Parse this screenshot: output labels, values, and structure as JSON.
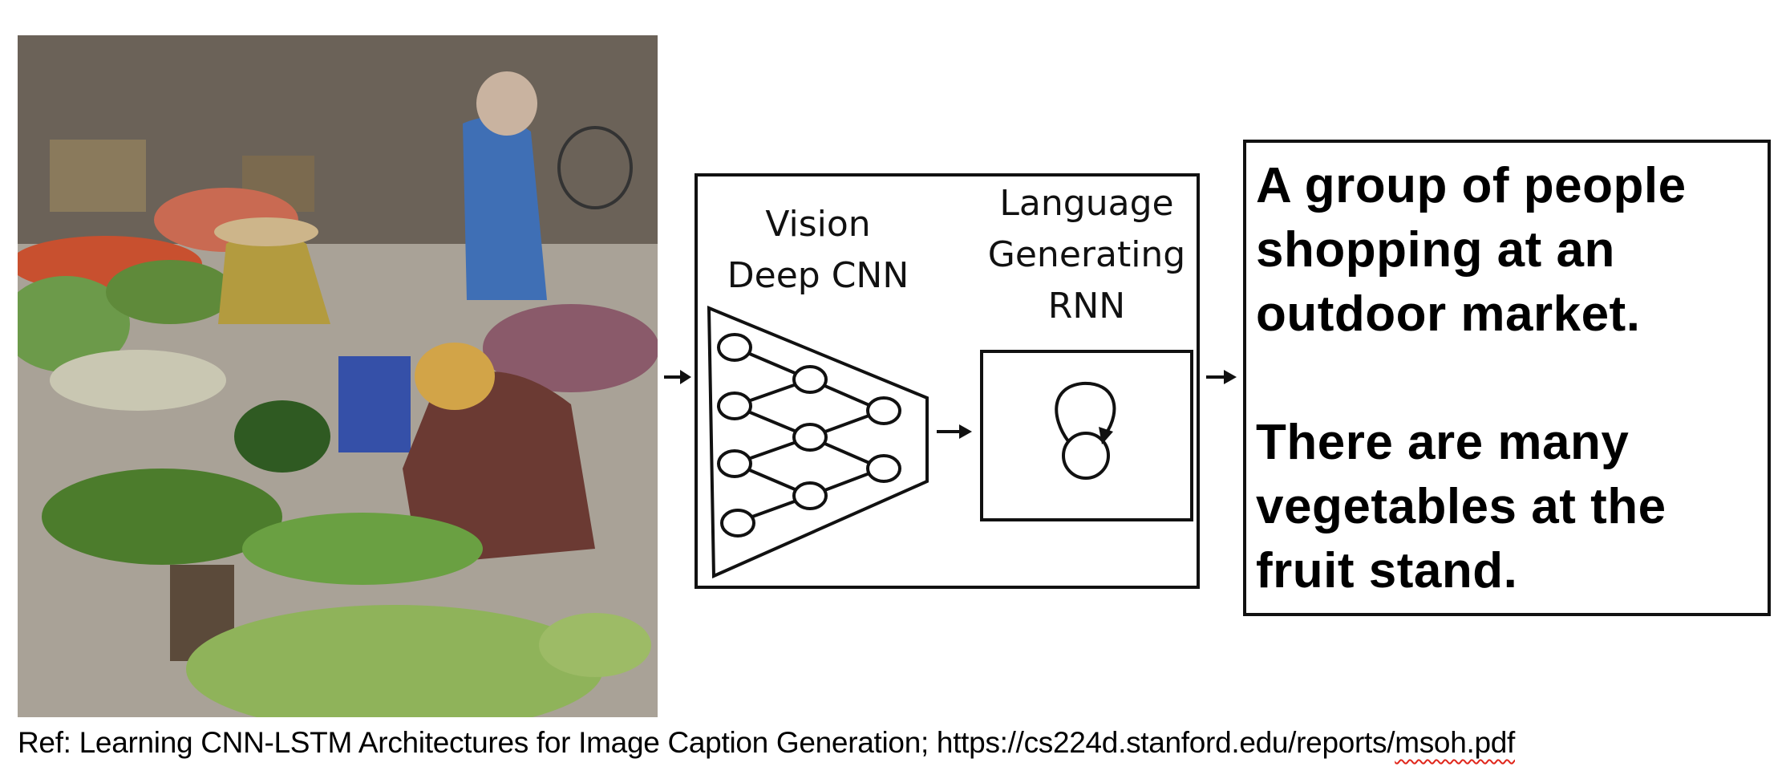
{
  "photo": {
    "subject": "outdoor vegetable market with people shopping",
    "colors": {
      "ground": "#a9a297",
      "greens": "#5f8a3a",
      "bananas": "#8fb35a",
      "blue_jacket": "#3f6fb5",
      "tomatoes": "#c8502f",
      "headwrap": "#d2a448",
      "shadow": "#3a352f"
    }
  },
  "diagram": {
    "vision_label": [
      "Vision",
      "Deep CNN"
    ],
    "language_label": [
      "Language",
      "Generating",
      "RNN"
    ],
    "cnn_icon": "neural-network-icon",
    "rnn_icon": "recurrent-loop-icon",
    "line_color": "#111111"
  },
  "caption": {
    "paragraphs": [
      "A group of people shopping at an outdoor market.",
      "There are many vegetables at the fruit stand."
    ],
    "lines_p1": [
      "A group of people",
      "shopping at an",
      "outdoor market."
    ],
    "lines_p2": [
      "There are many",
      "vegetables at the",
      "fruit stand."
    ]
  },
  "reference": {
    "prefix": "Ref: Learning CNN-LSTM Architectures for Image Caption Generation; https://cs224d.stanford.edu/reports/",
    "flagged_word": "msoh.pdf",
    "spellcheck_color": "#e0261b"
  }
}
